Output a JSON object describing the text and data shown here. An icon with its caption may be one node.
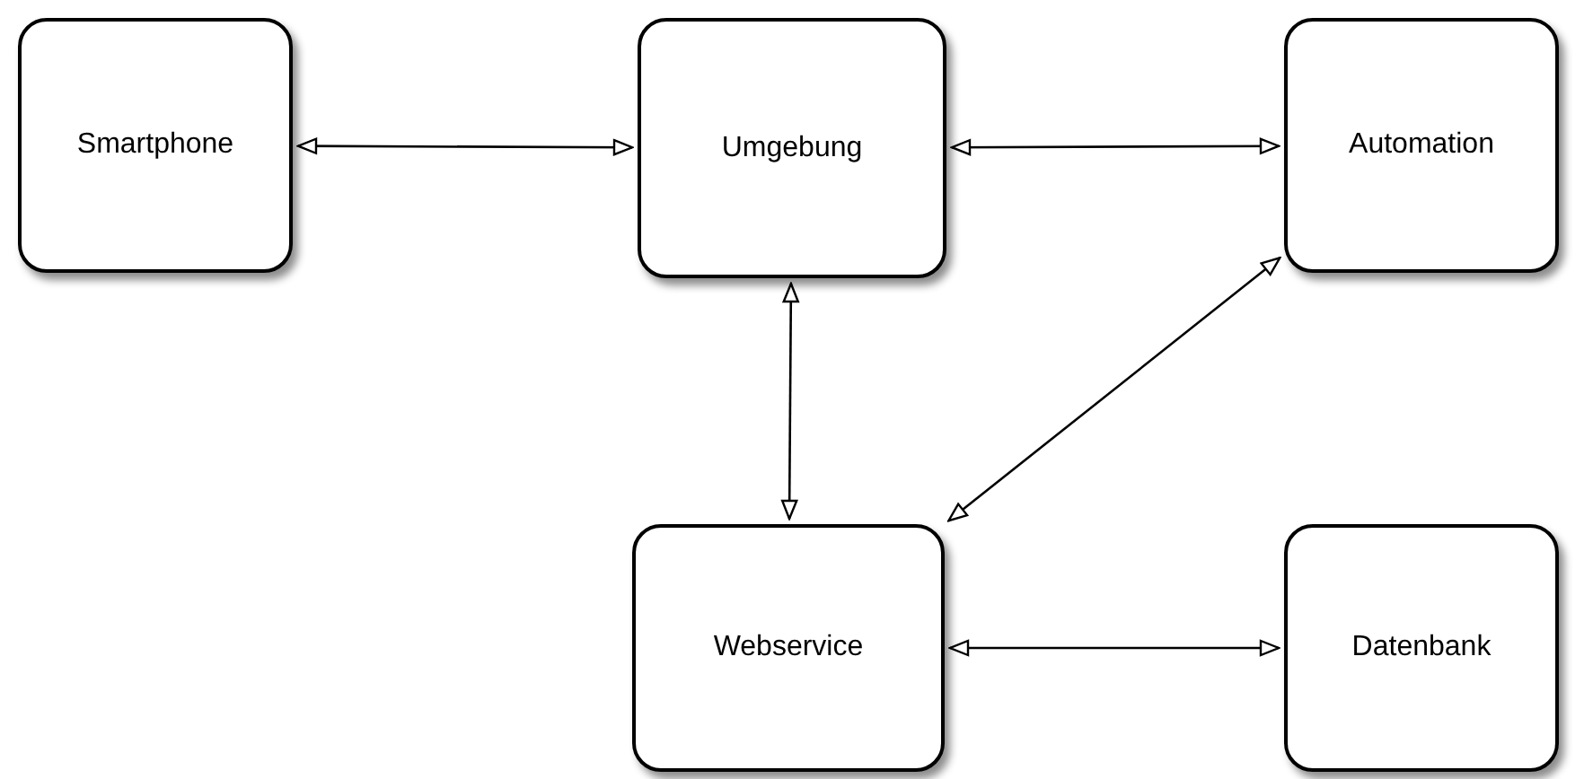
{
  "diagram": {
    "nodes": [
      {
        "text": [
          "Smartphone"
        ]
      },
      {
        "text": [
          "Umgebung"
        ]
      },
      {
        "text": [
          "Automation"
        ]
      },
      {
        "text": [
          "Webservice"
        ]
      },
      {
        "text": [
          "Datenbank"
        ]
      }
    ],
    "edges": [
      {
        "from": 0,
        "to": 1,
        "arrow": "both"
      },
      {
        "from": 1,
        "to": 2,
        "arrow": "both"
      },
      {
        "from": 1,
        "to": 3,
        "arrow": "both"
      },
      {
        "from": 2,
        "to": 3,
        "arrow": "both"
      },
      {
        "from": 3,
        "to": 4,
        "arrow": "both"
      }
    ]
  }
}
